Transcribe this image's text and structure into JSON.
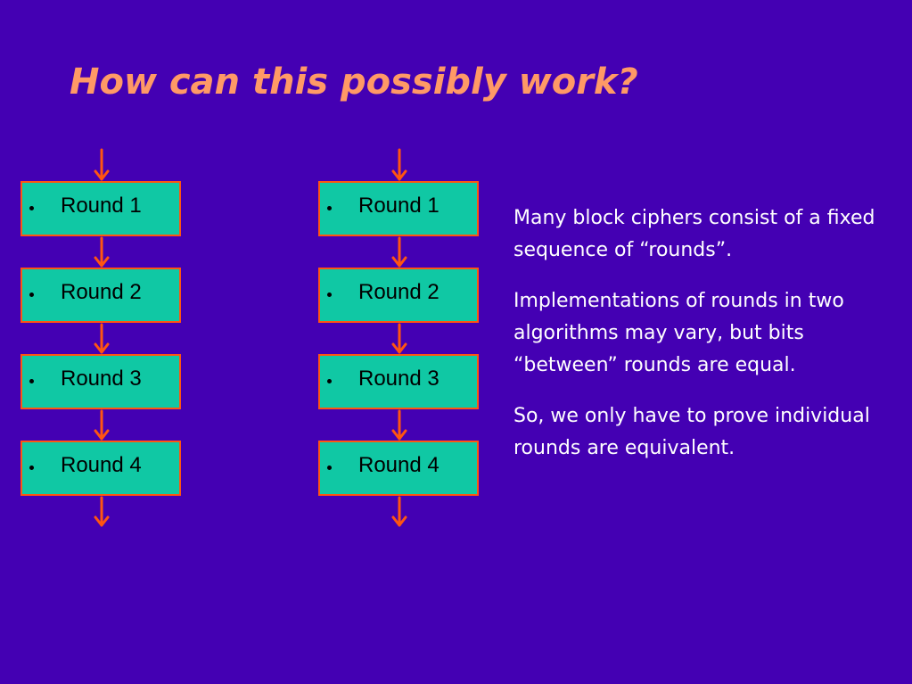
{
  "slide": {
    "title": "How can this possibly work?"
  },
  "diagram": {
    "columns": [
      {
        "rounds": [
          {
            "label": "Round 1"
          },
          {
            "label": "Round 2"
          },
          {
            "label": "Round 3"
          },
          {
            "label": "Round 4"
          }
        ]
      },
      {
        "rounds": [
          {
            "label": "Round 1"
          },
          {
            "label": "Round 2"
          },
          {
            "label": "Round 3"
          },
          {
            "label": "Round 4"
          }
        ]
      }
    ],
    "colors": {
      "background": "#4400B3",
      "box_fill": "#10C8A4",
      "box_border": "#FF5511",
      "arrow": "#FF5511",
      "title": "#FF9966"
    }
  },
  "notes": {
    "paragraphs": [
      "Many block ciphers consist of a fixed sequence of “rounds”.",
      "Implementations of rounds in two algorithms may vary, but bits “between” rounds are equal.",
      "So, we only have to prove individual rounds are equivalent."
    ]
  }
}
